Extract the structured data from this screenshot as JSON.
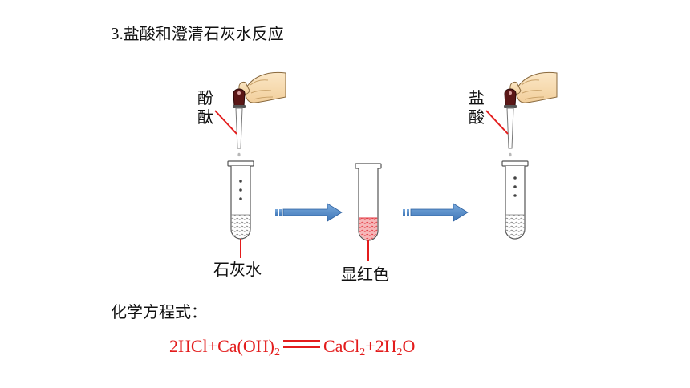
{
  "slide": {
    "title_number": "3.",
    "title_text": "盐酸和澄清石灰水反应",
    "label_phenolphthalein": [
      "酚",
      "酞"
    ],
    "label_hcl": [
      "盐",
      "酸"
    ],
    "label_limewater": "石灰水",
    "label_turns_red": "显红色",
    "equation_heading": "化学方程式：",
    "equation": {
      "left": [
        "2HCl+Ca(OH)",
        "2"
      ],
      "right": [
        "CaCl",
        "2",
        "+2H",
        "2",
        "O"
      ]
    }
  },
  "colors": {
    "accent_red": "#e31c1c",
    "arrow_blue": "#4a86c5",
    "liquid_red": "#e8505b",
    "liquid_clear": "#d8dde3"
  }
}
